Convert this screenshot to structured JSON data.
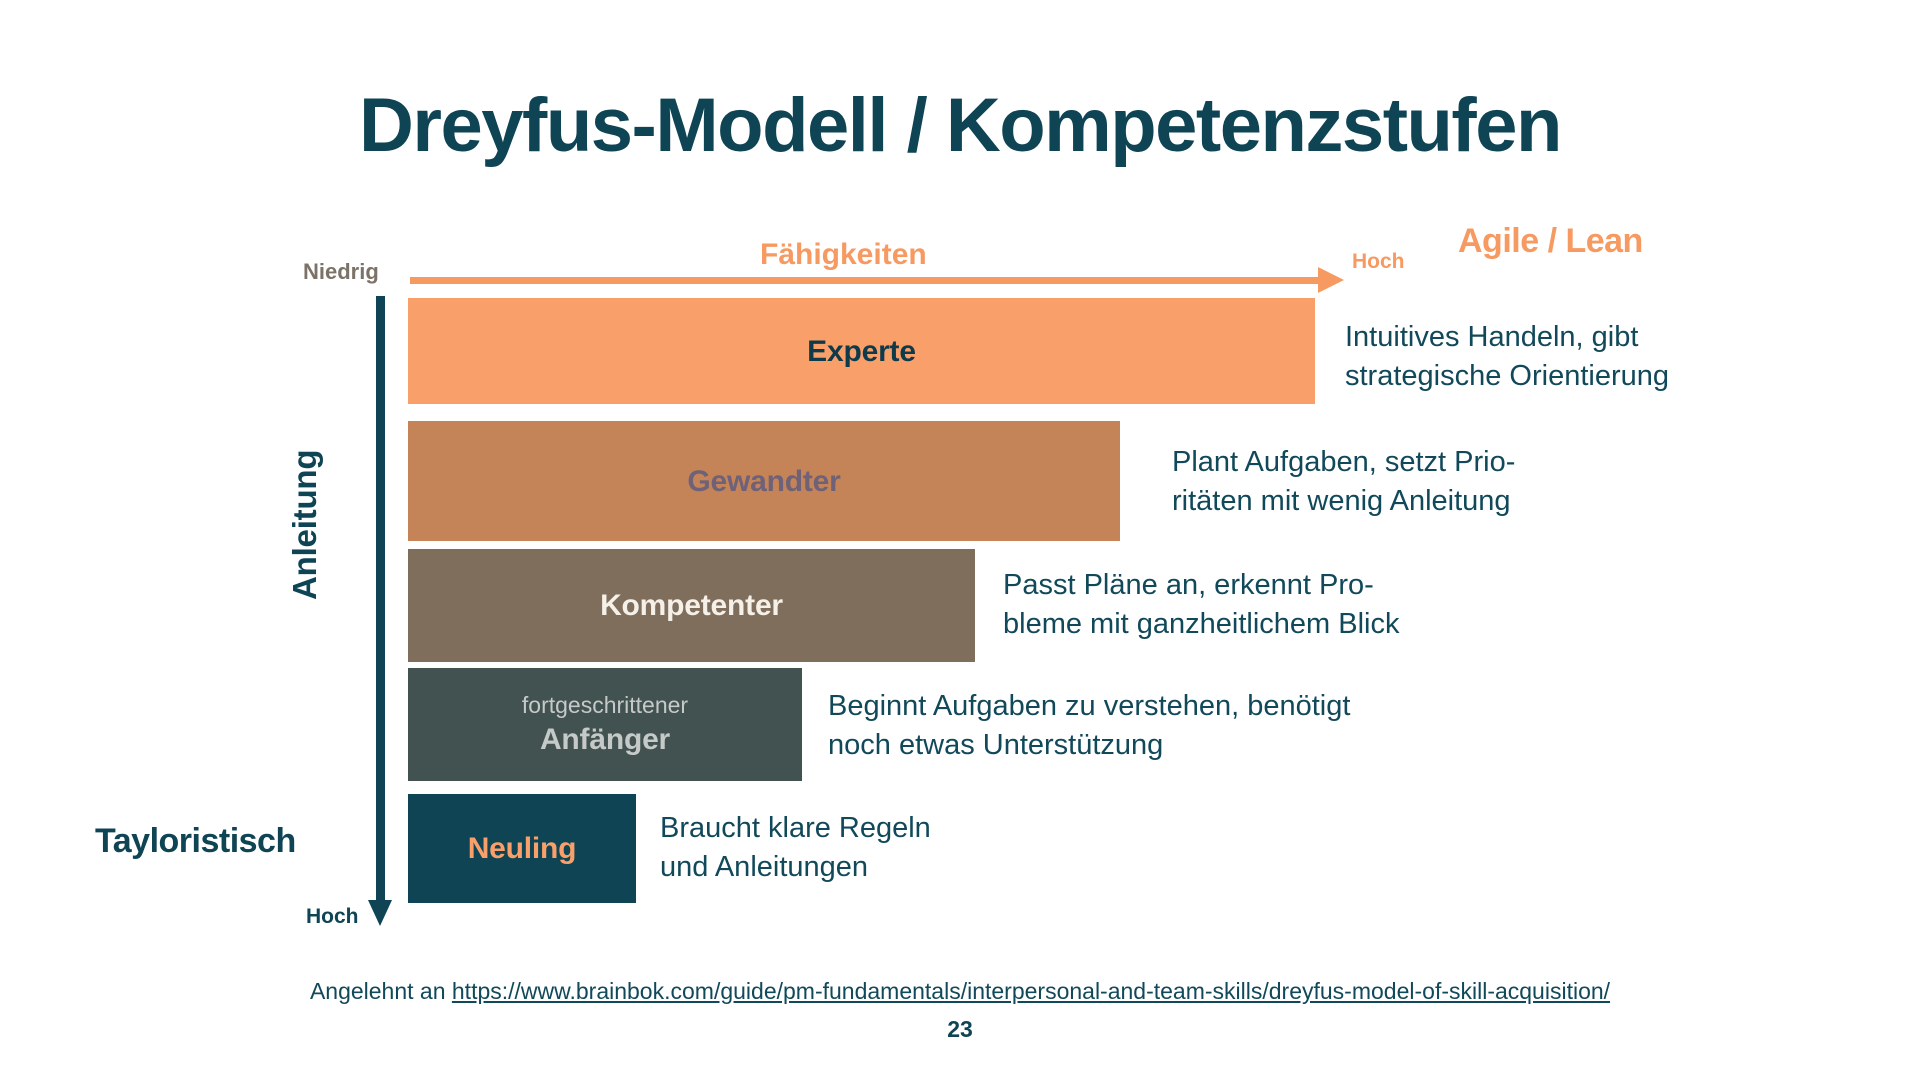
{
  "slide": {
    "title": "Dreyfus-Modell / Kompetenzstufen",
    "page_number": "23",
    "background_color": "#ffffff"
  },
  "annotations": {
    "top_right": "Agile / Lean",
    "top_right_color": "#f79a62",
    "bottom_left": "Tayloristisch",
    "bottom_left_color": "#0e4454"
  },
  "x_axis": {
    "label": "Fähigkeiten",
    "label_color": "#f79a62",
    "low": "Niedrig",
    "low_color": "#7d7268",
    "high": "Hoch",
    "high_color": "#f79a62",
    "direction": "left-to-right"
  },
  "y_axis": {
    "label": "Anleitung",
    "label_color": "#0e4454",
    "high": "Hoch",
    "direction": "top-to-bottom"
  },
  "footer": {
    "prefix": "Angelehnt an ",
    "link_text": "https://www.brainbok.com/guide/pm-fundamentals/interpersonal-and-team-skills/dreyfus-model-of-skill-acquisition/"
  },
  "chart_data": {
    "type": "bar",
    "orientation": "horizontal",
    "title": "Dreyfus-Modell / Kompetenzstufen",
    "xlabel": "Fähigkeiten",
    "ylabel": "Anleitung",
    "grid": false,
    "legend": "none",
    "categories": [
      "Experte",
      "Gewandter",
      "Kompetenter",
      "fortgeschrittener Anfänger",
      "Neuling"
    ],
    "values": [
      100,
      79,
      59,
      39,
      22
    ],
    "xlim": [
      0,
      100
    ],
    "notes": "Bar length encodes skill level (Fähigkeiten); vertical position encodes required guidance (Anleitung), increasing downward.",
    "bars": [
      {
        "id": "experte",
        "sublabel": "",
        "label": "Experte",
        "value": 100,
        "bar_color": "#f9a06a",
        "label_color": "#0e3a4a",
        "description": "Intuitives Handeln, gibt\nstrategische Orientierung"
      },
      {
        "id": "gewandter",
        "sublabel": "",
        "label": "Gewandter",
        "value": 79,
        "bar_color": "#c58457",
        "label_color": "#6e6178",
        "description": "Plant Aufgaben, setzt Prio-\nritäten mit wenig Anleitung"
      },
      {
        "id": "kompetenter",
        "sublabel": "",
        "label": "Kompetenter",
        "value": 59,
        "bar_color": "#806e5c",
        "label_color": "#f5f0e8",
        "description": "Passt Pläne an, erkennt Pro-\nbleme mit ganzheitlichem Blick"
      },
      {
        "id": "fortgeschrittener-anfaenger",
        "sublabel": "fortgeschrittener",
        "label": "Anfänger",
        "value": 39,
        "bar_color": "#415250",
        "label_color": "#c5c9c7",
        "description": "Beginnt Aufgaben zu verstehen, benötigt\nnoch etwas Unterstützung"
      },
      {
        "id": "neuling",
        "sublabel": "",
        "label": "Neuling",
        "value": 22,
        "bar_color": "#0e4454",
        "label_color": "#f9a06a",
        "description": "Braucht klare Regeln\nund Anleitungen"
      }
    ]
  }
}
